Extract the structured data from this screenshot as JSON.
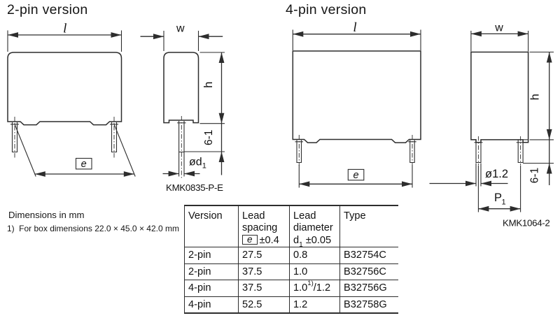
{
  "titles": {
    "left": "2-pin version",
    "right": "4-pin version"
  },
  "drawing": {
    "labels": {
      "l": "l",
      "w": "w",
      "h": "h",
      "e": "e",
      "standoff": "6-1",
      "od1_main": "ød",
      "od1_sub": "1",
      "o12": "ø1.2",
      "p1_main": "P",
      "p1_sub": "1"
    },
    "codes": {
      "left": "KMK0835-P-E",
      "right": "KMK1064-2"
    }
  },
  "notes": {
    "units": "Dimensions in mm",
    "footnote_marker": "1)",
    "footnote_text": "For box dimensions 22.0 × 45.0 × 42.0 mm"
  },
  "table": {
    "headers": {
      "version": "Version",
      "spacing_line1": "Lead",
      "spacing_line2": "spacing",
      "spacing_e": "e",
      "spacing_tol": "±0.4",
      "diameter_line1": "Lead",
      "diameter_line2": "diameter",
      "diameter_sym": "d",
      "diameter_sub": "1",
      "diameter_tol": "±0.05",
      "type": "Type"
    },
    "rows": [
      {
        "version": "2-pin",
        "spacing": "27.5",
        "diameter_pre": "0.8",
        "diameter_sup": "",
        "diameter_post": "",
        "type": "B32754C"
      },
      {
        "version": "2-pin",
        "spacing": "37.5",
        "diameter_pre": "1.0",
        "diameter_sup": "",
        "diameter_post": "",
        "type": "B32756C"
      },
      {
        "version": "4-pin",
        "spacing": "37.5",
        "diameter_pre": "1.0",
        "diameter_sup": "1)",
        "diameter_post": "/1.2",
        "type": "B32756G"
      },
      {
        "version": "4-pin",
        "spacing": "52.5",
        "diameter_pre": "1.2",
        "diameter_sup": "",
        "diameter_post": "",
        "type": "B32758G"
      }
    ]
  }
}
